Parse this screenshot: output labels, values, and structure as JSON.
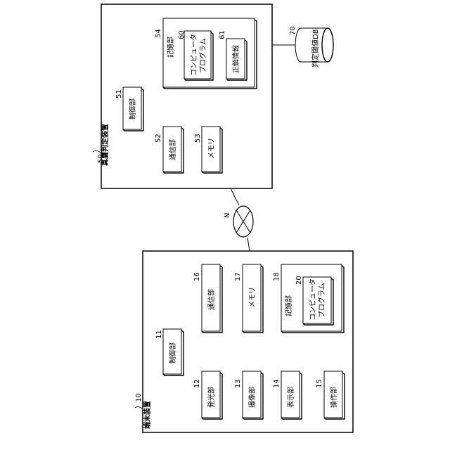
{
  "terminal_device": {
    "title": "端末装置",
    "ref": "10",
    "control": {
      "label": "制御部",
      "ref": "11"
    },
    "light_emitter": {
      "label": "発光部",
      "ref": "12"
    },
    "imaging": {
      "label": "撮像部",
      "ref": "13"
    },
    "display": {
      "label": "表示部",
      "ref": "14"
    },
    "operation": {
      "label": "操作部",
      "ref": "15"
    },
    "communication": {
      "label": "通信部",
      "ref": "16"
    },
    "memory": {
      "label": "メモリ",
      "ref": "17"
    },
    "storage": {
      "label": "記憶部",
      "ref": "18"
    },
    "program": {
      "label_line1": "コンピュータ",
      "label_line2": "プログラム",
      "ref": "20"
    }
  },
  "authenticity_device": {
    "title": "真贋判定装置",
    "ref": "50",
    "control": {
      "label": "制御部",
      "ref": "51"
    },
    "communication": {
      "label": "通信部",
      "ref": "52"
    },
    "memory": {
      "label": "メモリ",
      "ref": "53"
    },
    "storage": {
      "label": "記憶部",
      "ref": "54"
    },
    "program": {
      "label_line1": "コンピュータ",
      "label_line2": "プログラム",
      "ref": "60"
    },
    "answer_info": {
      "label": "正解情報",
      "ref": "61"
    }
  },
  "threshold_db": {
    "label": "判定閾値DB",
    "ref": "70"
  },
  "network": {
    "label": "N"
  }
}
